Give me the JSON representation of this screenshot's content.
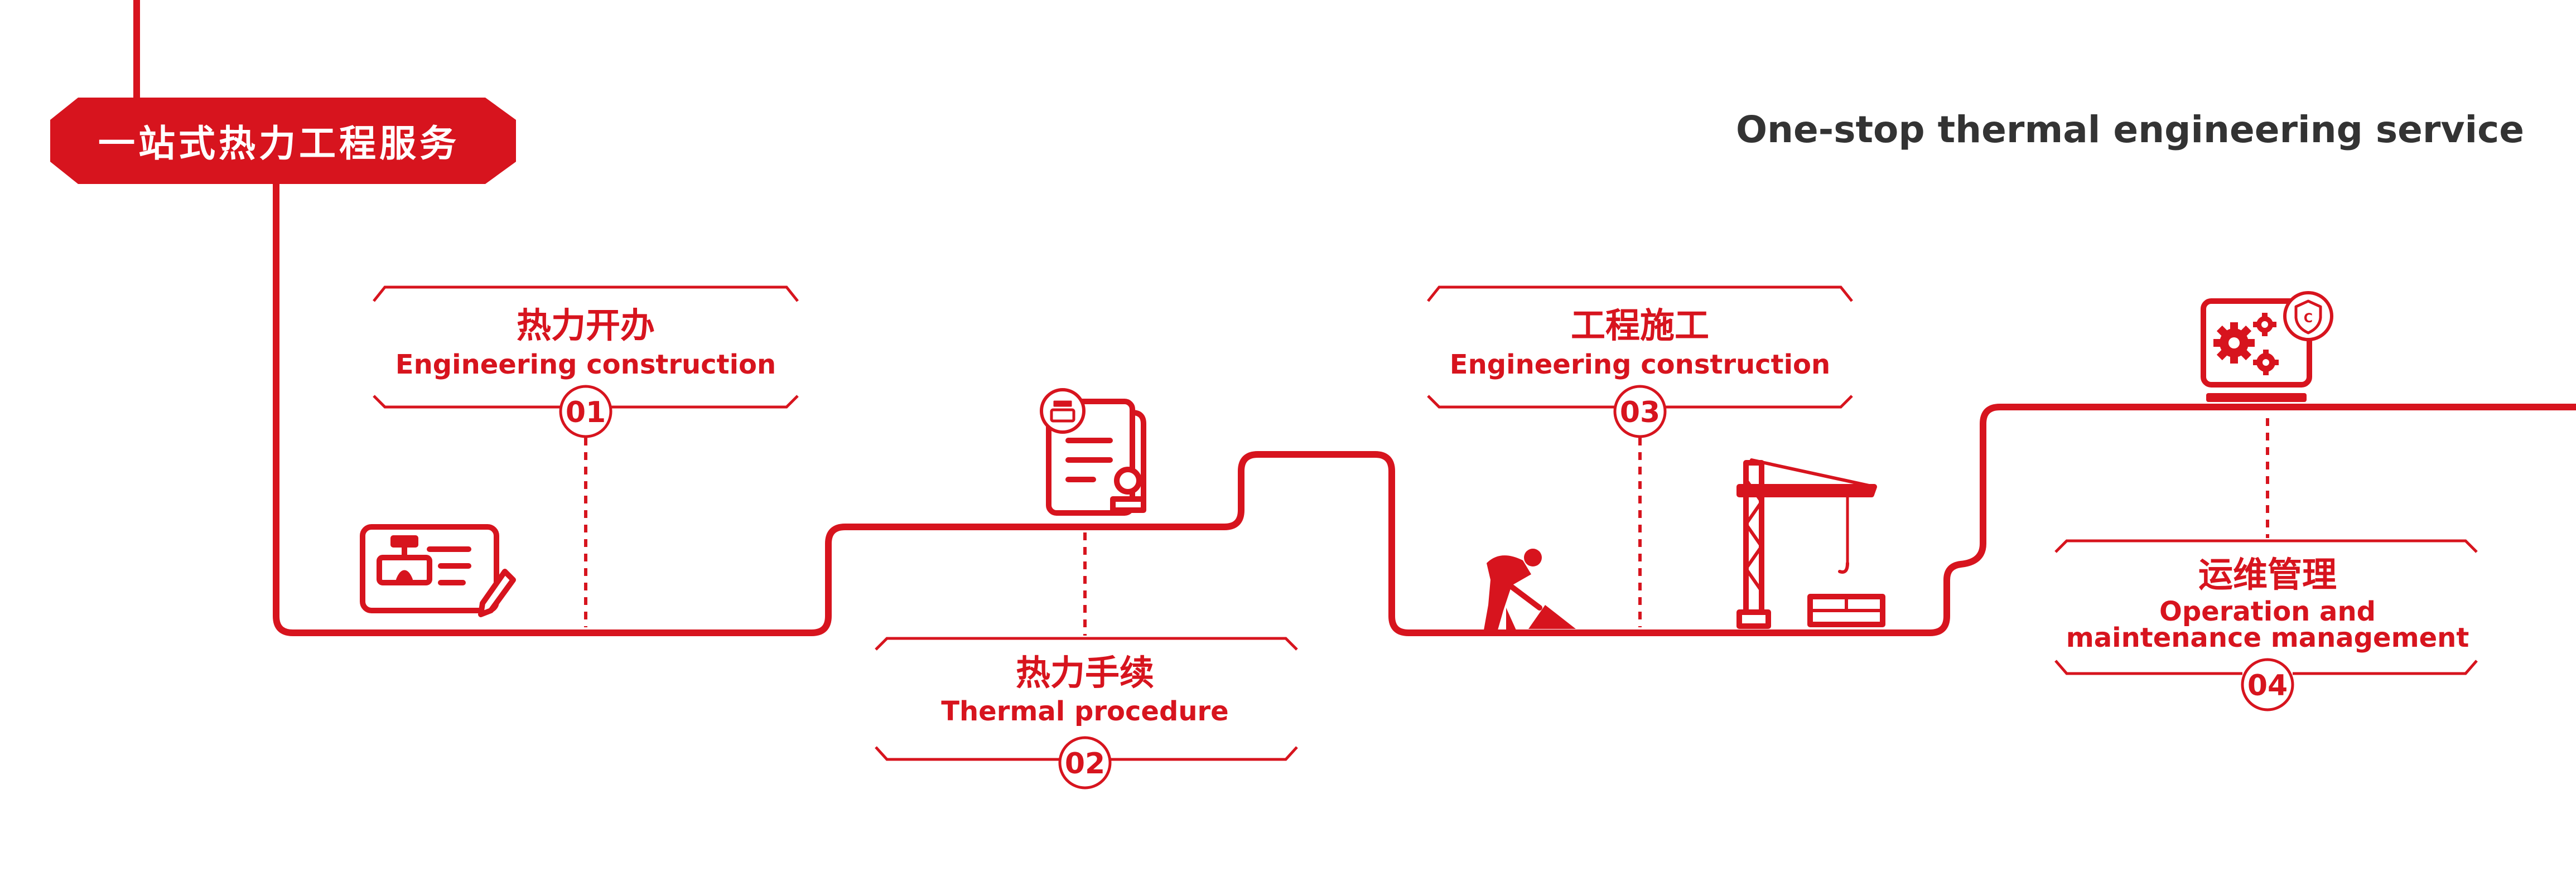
{
  "banner": {
    "label": "一站式热力工程服务"
  },
  "subtitle": "One-stop thermal engineering service",
  "colors": {
    "accent": "#d7141e",
    "subtitle_text": "#333333",
    "background": "#ffffff"
  },
  "steps": [
    {
      "number": "01",
      "title_cn": "热力开办",
      "title_en": "Engineering construction",
      "icon": "document-pipe-pen-icon"
    },
    {
      "number": "02",
      "title_cn": "热力手续",
      "title_en": "Thermal procedure",
      "icon": "certificate-stamp-icon"
    },
    {
      "number": "03",
      "title_cn": "工程施工",
      "title_en": "Engineering construction",
      "icon": "worker-crane-icon"
    },
    {
      "number": "04",
      "title_cn": "运维管理",
      "title_en_line1": "Operation and",
      "title_en_line2": "maintenance management",
      "icon": "laptop-gears-shield-icon"
    }
  ]
}
